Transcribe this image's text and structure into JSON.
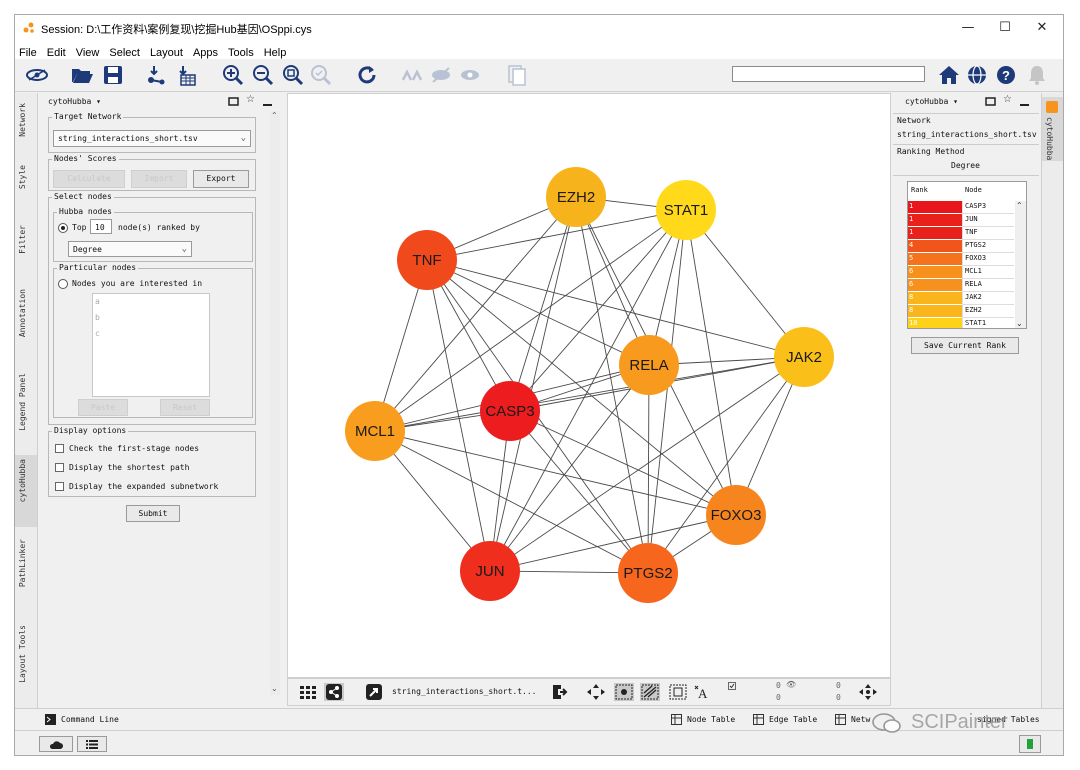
{
  "window": {
    "title": "Session: D:\\工作资料\\案例复现\\挖掘Hub基因\\OSppi.cys",
    "controls": {
      "minimize": "—",
      "maximize": "☐",
      "close": "✕"
    }
  },
  "menu": [
    "File",
    "Edit",
    "View",
    "Select",
    "Layout",
    "Apps",
    "Tools",
    "Help"
  ],
  "colors": {
    "accent": "#1e3a78",
    "rank_red": "#e8151b",
    "rank_orange": "#f7941d",
    "rank_yellow": "#ffd21a"
  },
  "left_tabs": [
    "Network",
    "Style",
    "Filter",
    "Annotation",
    "Legend Panel",
    "cytoHubba",
    "PathLinker",
    "Layout Tools"
  ],
  "left_panel": {
    "header": "cytoHubba ▾",
    "target_network": {
      "legend": "Target Network",
      "value": "string_interactions_short.tsv"
    },
    "scores": {
      "legend": "Nodes' Scores",
      "calculate": "Calculate",
      "import": "Import",
      "export": "Export"
    },
    "select_nodes": {
      "legend": "Select nodes",
      "hubba": {
        "legend": "Hubba nodes",
        "top_label": "Top",
        "top_value": "10",
        "ranked_by": "node(s)  ranked by",
        "method": "Degree"
      },
      "particular": {
        "legend": "Particular nodes",
        "label": "Nodes you are interested in",
        "items": [
          "a",
          "b",
          "c"
        ],
        "paste": "Paste",
        "reset": "Reset"
      }
    },
    "display": {
      "legend": "Display options",
      "options": [
        "Check the first-stage nodes",
        "Display the shortest path",
        "Display the expanded subnetwork"
      ]
    },
    "submit": "Submit"
  },
  "network": {
    "nodes": [
      {
        "id": "EZH2",
        "label": "EZH2",
        "color": "#f7b31c"
      },
      {
        "id": "STAT1",
        "label": "STAT1",
        "color": "#ffd91a"
      },
      {
        "id": "TNF",
        "label": "TNF",
        "color": "#f04a1c"
      },
      {
        "id": "JAK2",
        "label": "JAK2",
        "color": "#fbbf1a"
      },
      {
        "id": "RELA",
        "label": "RELA",
        "color": "#f89a1e"
      },
      {
        "id": "CASP3",
        "label": "CASP3",
        "color": "#ec1c1f"
      },
      {
        "id": "MCL1",
        "label": "MCL1",
        "color": "#f89d1d"
      },
      {
        "id": "FOXO3",
        "label": "FOXO3",
        "color": "#f7851d"
      },
      {
        "id": "JUN",
        "label": "JUN",
        "color": "#ef2e1d"
      },
      {
        "id": "PTGS2",
        "label": "PTGS2",
        "color": "#f6661d"
      }
    ],
    "edges": [
      [
        "CASP3",
        "TNF"
      ],
      [
        "CASP3",
        "EZH2"
      ],
      [
        "CASP3",
        "STAT1"
      ],
      [
        "CASP3",
        "JAK2"
      ],
      [
        "CASP3",
        "RELA"
      ],
      [
        "CASP3",
        "MCL1"
      ],
      [
        "CASP3",
        "FOXO3"
      ],
      [
        "CASP3",
        "JUN"
      ],
      [
        "CASP3",
        "PTGS2"
      ],
      [
        "JUN",
        "TNF"
      ],
      [
        "JUN",
        "EZH2"
      ],
      [
        "JUN",
        "STAT1"
      ],
      [
        "JUN",
        "JAK2"
      ],
      [
        "JUN",
        "RELA"
      ],
      [
        "JUN",
        "MCL1"
      ],
      [
        "JUN",
        "FOXO3"
      ],
      [
        "JUN",
        "PTGS2"
      ],
      [
        "TNF",
        "EZH2"
      ],
      [
        "TNF",
        "STAT1"
      ],
      [
        "TNF",
        "JAK2"
      ],
      [
        "TNF",
        "RELA"
      ],
      [
        "TNF",
        "MCL1"
      ],
      [
        "TNF",
        "FOXO3"
      ],
      [
        "TNF",
        "PTGS2"
      ],
      [
        "PTGS2",
        "EZH2"
      ],
      [
        "PTGS2",
        "STAT1"
      ],
      [
        "PTGS2",
        "JAK2"
      ],
      [
        "PTGS2",
        "RELA"
      ],
      [
        "PTGS2",
        "MCL1"
      ],
      [
        "PTGS2",
        "FOXO3"
      ],
      [
        "FOXO3",
        "EZH2"
      ],
      [
        "FOXO3",
        "STAT1"
      ],
      [
        "FOXO3",
        "MCL1"
      ],
      [
        "FOXO3",
        "JAK2"
      ],
      [
        "RELA",
        "EZH2"
      ],
      [
        "RELA",
        "STAT1"
      ],
      [
        "RELA",
        "MCL1"
      ],
      [
        "RELA",
        "JAK2"
      ],
      [
        "MCL1",
        "EZH2"
      ],
      [
        "MCL1",
        "STAT1"
      ],
      [
        "MCL1",
        "JAK2"
      ],
      [
        "JAK2",
        "STAT1"
      ],
      [
        "EZH2",
        "STAT1"
      ]
    ]
  },
  "net_toolbar": {
    "network_name": "string_interactions_short.t...",
    "counts": {
      "selected_nodes": "0",
      "hidden_nodes": "0",
      "selected_edges": "0",
      "hidden_edges": "0"
    }
  },
  "right_panel": {
    "header": "cytoHubba ▾",
    "network_label": "Network",
    "network_value": "string_interactions_short.tsv",
    "method_label": "Ranking Method",
    "method_value": "Degree",
    "table_headers": [
      "Rank",
      "Node"
    ],
    "rows": [
      {
        "rank": "1",
        "node": "CASP3",
        "color": "#e8151b"
      },
      {
        "rank": "1",
        "node": "JUN",
        "color": "#e8221b"
      },
      {
        "rank": "1",
        "node": "TNF",
        "color": "#e8221b"
      },
      {
        "rank": "4",
        "node": "PTGS2",
        "color": "#f0561b"
      },
      {
        "rank": "5",
        "node": "FOXO3",
        "color": "#f5731c"
      },
      {
        "rank": "6",
        "node": "MCL1",
        "color": "#f7911d"
      },
      {
        "rank": "6",
        "node": "RELA",
        "color": "#f7911d"
      },
      {
        "rank": "8",
        "node": "JAK2",
        "color": "#fbb51c"
      },
      {
        "rank": "8",
        "node": "EZH2",
        "color": "#fbb51c"
      },
      {
        "rank": "10",
        "node": "STAT1",
        "color": "#ffd21a"
      }
    ],
    "save_button": "Save Current Rank"
  },
  "right_tabs": [
    "cytoHubba"
  ],
  "status": {
    "command_line": "Command Line",
    "node_table": "Node Table",
    "edge_table": "Edge Table",
    "network_table": "Netw",
    "unassigned": "signed Tables"
  },
  "watermark": "SCIPainter"
}
